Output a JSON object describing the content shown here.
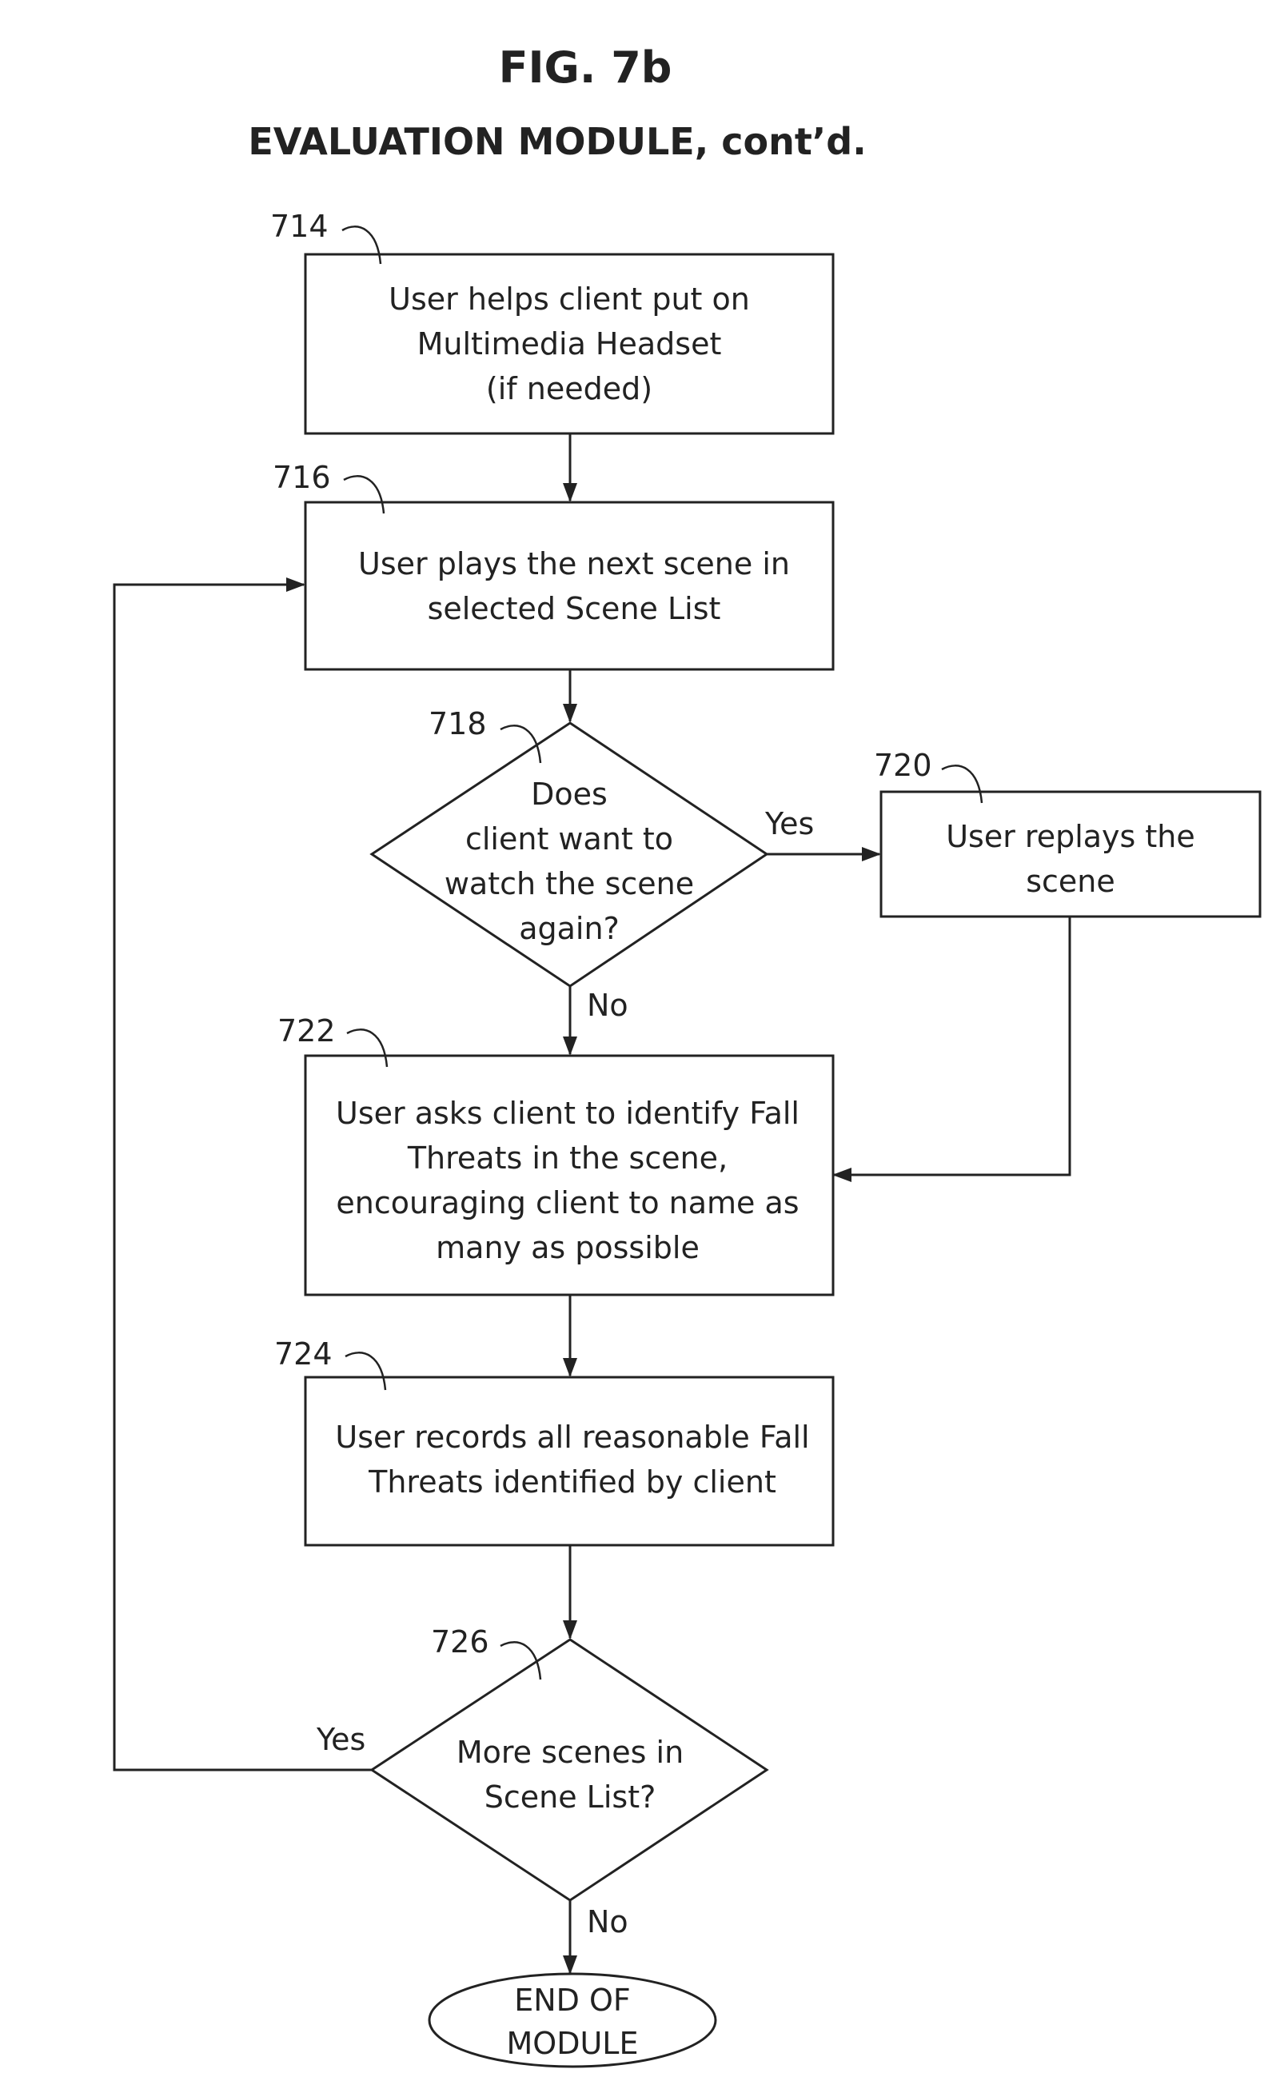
{
  "figure": {
    "title": "FIG. 7b",
    "subtitle": "EVALUATION MODULE, cont’d."
  },
  "nodes": {
    "step_714": {
      "ref": "714",
      "lines": [
        "User helps client put on",
        "Multimedia Headset",
        "(if needed)"
      ]
    },
    "step_716": {
      "ref": "716",
      "lines": [
        "User plays the next scene in",
        "selected Scene List"
      ]
    },
    "decision_718": {
      "ref": "718",
      "lines": [
        "Does",
        "client want to",
        "watch the scene",
        "again?"
      ]
    },
    "step_720": {
      "ref": "720",
      "lines": [
        "User replays the",
        "scene"
      ]
    },
    "step_722": {
      "ref": "722",
      "lines": [
        "User asks client to identify Fall",
        "Threats in the scene,",
        "encouraging client to name as",
        "many as possible"
      ]
    },
    "step_724": {
      "ref": "724",
      "lines": [
        "User records all reasonable Fall",
        "Threats identified by client"
      ]
    },
    "decision_726": {
      "ref": "726",
      "lines": [
        "More scenes in",
        "Scene List?"
      ]
    },
    "end": {
      "lines": [
        "END OF",
        "MODULE"
      ]
    }
  },
  "edge_labels": {
    "d718_yes": "Yes",
    "d718_no": "No",
    "d726_yes": "Yes",
    "d726_no": "No"
  }
}
